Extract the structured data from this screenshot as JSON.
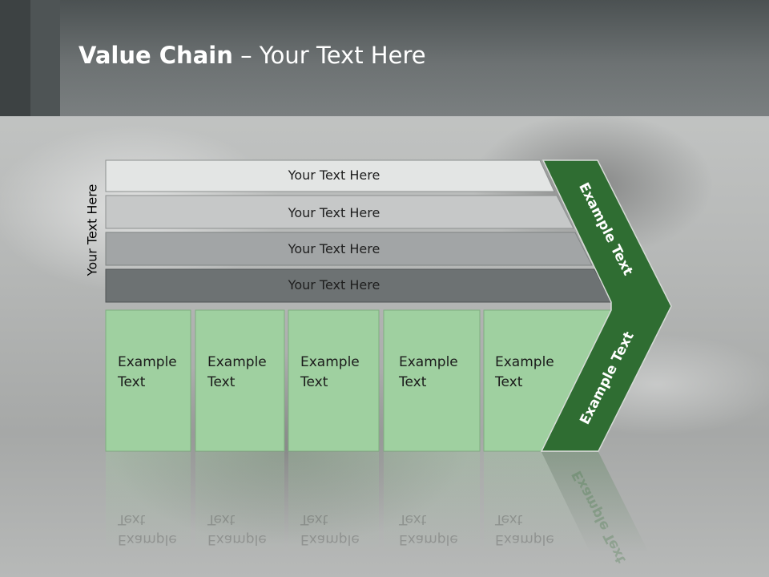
{
  "title": {
    "bold": "Value Chain",
    "rest": " – Your Text Here"
  },
  "side_label": "Your Text Here",
  "bars": [
    {
      "label": "Your Text Here"
    },
    {
      "label": "Your Text Here"
    },
    {
      "label": "Your Text Here"
    },
    {
      "label": "Your Text Here"
    }
  ],
  "cells": [
    {
      "line1": "Example",
      "line2": "Text"
    },
    {
      "line1": "Example",
      "line2": "Text"
    },
    {
      "line1": "Example",
      "line2": "Text"
    },
    {
      "line1": "Example",
      "line2": "Text"
    },
    {
      "line1": "Example",
      "line2": "Text"
    }
  ],
  "chevron": {
    "upper_label": "Example Text",
    "lower_label": "Example Text"
  },
  "colors": {
    "chevron_green": "#2f6d32",
    "cell_green": "#9fd0a0",
    "bar_1": "#e3e5e4",
    "bar_2": "#c6c8c8",
    "bar_3": "#a2a5a6",
    "bar_4": "#6d7273"
  }
}
